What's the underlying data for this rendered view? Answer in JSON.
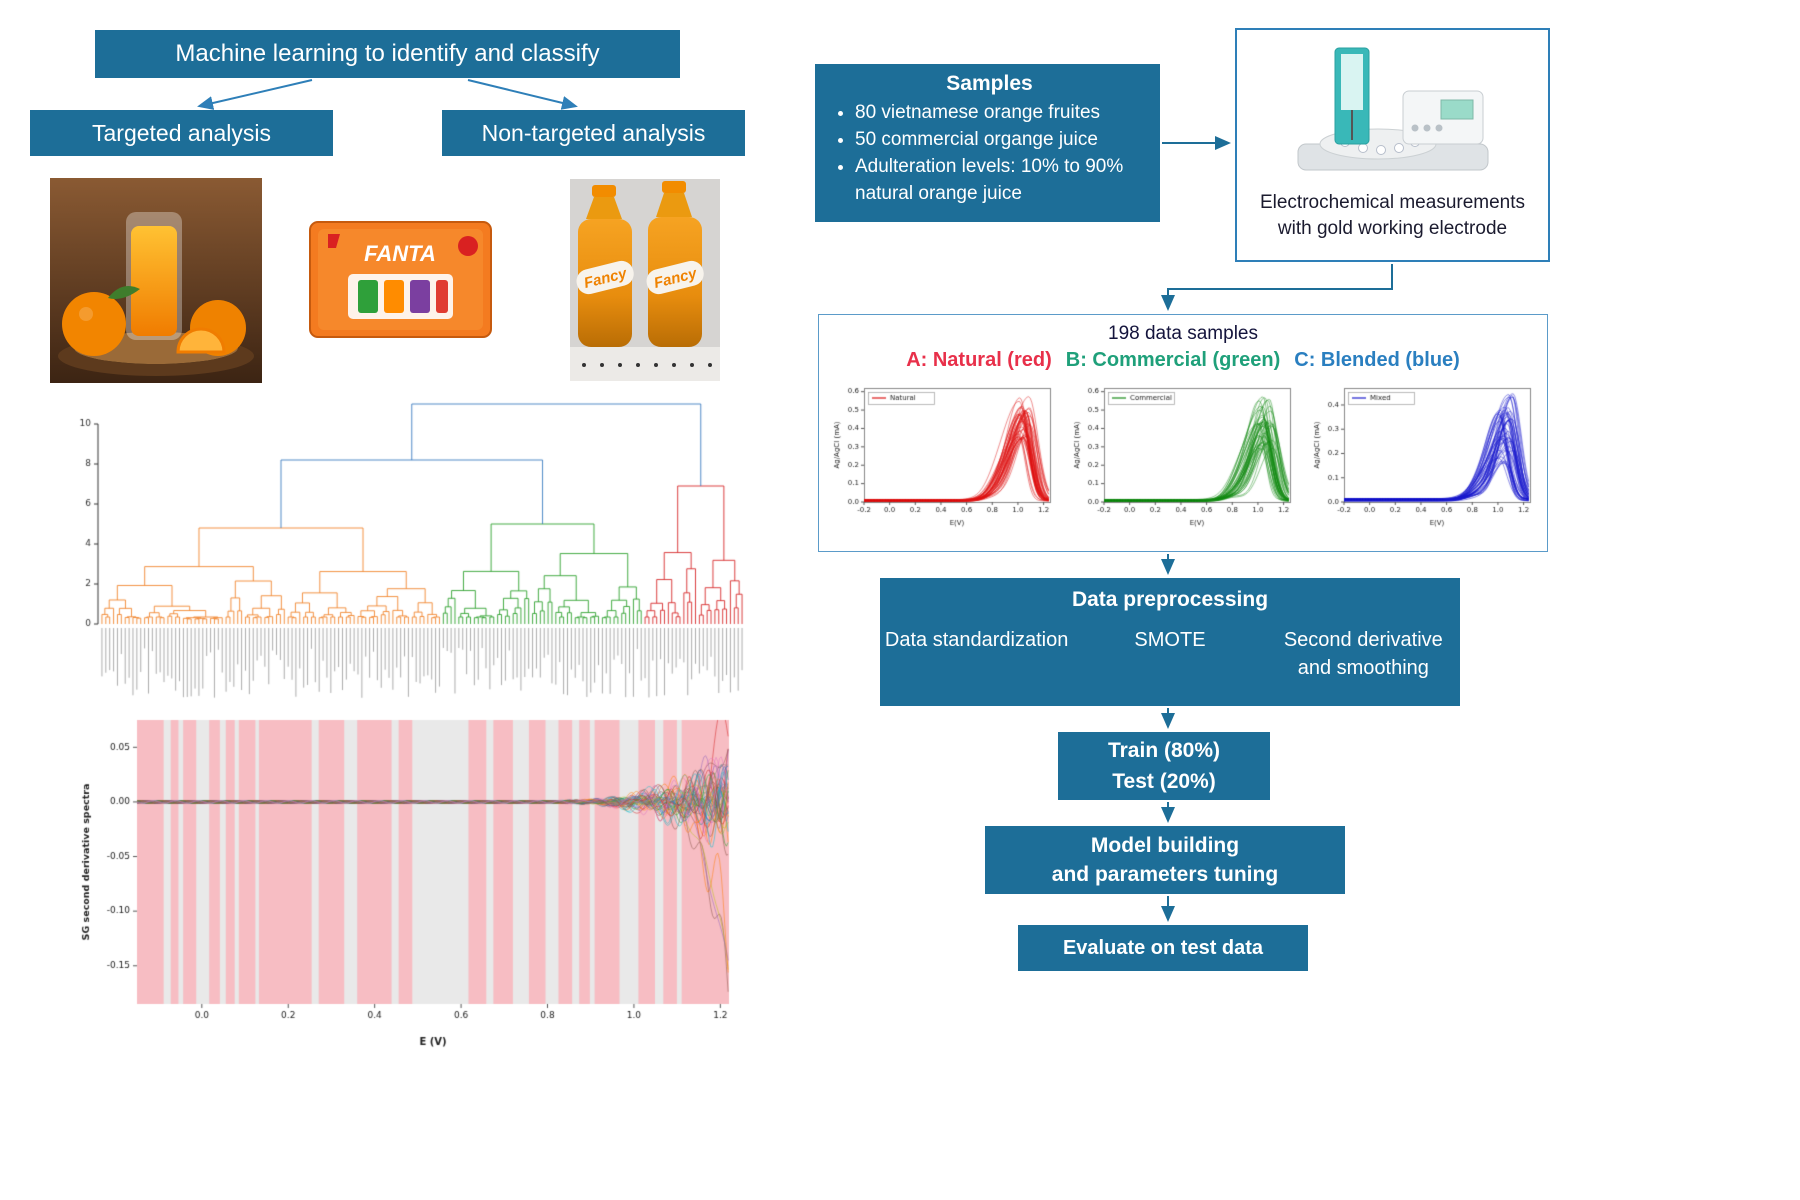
{
  "colors": {
    "teal_box": "#1d6e98",
    "border_blue": "#2e7fb8",
    "natural_red": "#e8304a",
    "commercial_green": "#1fa07a",
    "blended_blue": "#2a7fc0"
  },
  "left": {
    "title": "Machine learning to identify and classify",
    "targeted_label": "Targeted analysis",
    "non_targeted_label": "Non-targeted analysis",
    "photos": {
      "fanta_brand": "FANTA",
      "fancy_brand": "Fancy"
    }
  },
  "flow": {
    "samples_title": "Samples",
    "samples_bullets": [
      "80 vietnamese orange fruites",
      "50 commercial organge juice",
      "Adulteration levels: 10% to 90% natural orange juice"
    ],
    "electrochem_caption": "Electrochemical measurements with gold working electrode",
    "data_samples_title": "198 data samples",
    "class_legend": [
      {
        "label": "A: Natural (red)",
        "color": "#e8304a"
      },
      {
        "label": "B: Commercial (green)",
        "color": "#1fa07a"
      },
      {
        "label": "C: Blended (blue)",
        "color": "#2a7fc0"
      }
    ],
    "preprocessing_title": "Data preprocessing",
    "preprocessing_items": [
      "Data standardization",
      "SMOTE",
      "Second derivative and smoothing"
    ],
    "train_line1": "Train (80%)",
    "train_line2": "Test (20%)",
    "model_line1": "Model building",
    "model_line2": "and parameters tuning",
    "evaluate_label": "Evaluate on test data"
  },
  "chart_data": [
    {
      "id": "voltammograms",
      "type": "line",
      "description": "Voltammetry current curves of 198 samples split by class",
      "xlabel": "E(V)",
      "ylabel": "Ag/AgCl (mA)",
      "panels": [
        {
          "legend": "Natural",
          "color": "#dd1111",
          "xlim": [
            -0.2,
            1.25
          ],
          "ylim": [
            0,
            0.62
          ],
          "xticks": [
            -0.2,
            0.0,
            0.2,
            0.4,
            0.6,
            0.8,
            1.0,
            1.2
          ],
          "yticks": [
            0.0,
            0.1,
            0.2,
            0.3,
            0.4,
            0.5,
            0.6
          ],
          "n_traces": 45,
          "peak_range": [
            0.32,
            0.57
          ],
          "peak_x_range": [
            1.0,
            1.1
          ]
        },
        {
          "legend": "Commercial",
          "color": "#118811",
          "xlim": [
            -0.2,
            1.25
          ],
          "ylim": [
            0,
            0.62
          ],
          "xticks": [
            -0.2,
            0.0,
            0.2,
            0.4,
            0.6,
            0.8,
            1.0,
            1.2
          ],
          "yticks": [
            0.0,
            0.1,
            0.2,
            0.3,
            0.4,
            0.5,
            0.6
          ],
          "n_traces": 45,
          "peak_range": [
            0.28,
            0.57
          ],
          "peak_x_range": [
            1.0,
            1.12
          ]
        },
        {
          "legend": "Mixed",
          "color": "#1818cc",
          "xlim": [
            -0.2,
            1.25
          ],
          "ylim": [
            0,
            0.47
          ],
          "xticks": [
            -0.2,
            0.0,
            0.2,
            0.4,
            0.6,
            0.8,
            1.0,
            1.2
          ],
          "yticks": [
            0.0,
            0.1,
            0.2,
            0.3,
            0.4
          ],
          "n_traces": 50,
          "peak_range": [
            0.12,
            0.45
          ],
          "peak_x_range": [
            1.0,
            1.12
          ]
        }
      ]
    },
    {
      "id": "dendrogram",
      "type": "dendrogram",
      "description": "Hierarchical clustering of samples into three colored clusters",
      "ylim": [
        0,
        11.4
      ],
      "yticks": [
        0,
        2,
        4,
        6,
        8,
        10
      ],
      "link_color": "#3a7cc0",
      "clusters": [
        {
          "color": "#f1852d",
          "leaves": 88,
          "root_height": 4.8
        },
        {
          "color": "#2ca02c",
          "leaves": 52,
          "root_height": 5.0
        },
        {
          "color": "#d62728",
          "leaves": 26,
          "root_height": 6.9
        }
      ],
      "merge_heights": [
        8.2,
        11.0
      ]
    },
    {
      "id": "sg_spectra",
      "type": "line",
      "description": "Savitzky-Golay second derivative spectra with selected (pink) and unselected (gray) regions",
      "xlabel": "E (V)",
      "ylabel": "SG second derivative spectra",
      "xlim": [
        -0.15,
        1.22
      ],
      "ylim": [
        -0.185,
        0.075
      ],
      "xticks": [
        0.0,
        0.2,
        0.4,
        0.6,
        0.8,
        1.0,
        1.2
      ],
      "yticks": [
        0.05,
        0.0,
        -0.05,
        -0.1,
        -0.15
      ],
      "n_traces": 48,
      "selected_band_color": "#f7bdc3",
      "unselected_band_color": "#e9e9e9",
      "gray_regions": [
        [
          0.045,
          0.012
        ],
        [
          0.07,
          0.008
        ],
        [
          0.1,
          0.022
        ],
        [
          0.14,
          0.01
        ],
        [
          0.165,
          0.007
        ],
        [
          0.2,
          0.006
        ],
        [
          0.295,
          0.012
        ],
        [
          0.35,
          0.022
        ],
        [
          0.43,
          0.012
        ],
        [
          0.465,
          0.095
        ],
        [
          0.59,
          0.012
        ],
        [
          0.635,
          0.027
        ],
        [
          0.69,
          0.022
        ],
        [
          0.735,
          0.012
        ],
        [
          0.765,
          0.008
        ],
        [
          0.815,
          0.032
        ],
        [
          0.875,
          0.014
        ],
        [
          0.912,
          0.008
        ]
      ],
      "trace_colors": [
        "#1f77b4",
        "#ff7f0e",
        "#2ca02c",
        "#d62728",
        "#9467bd",
        "#8c564b",
        "#e377c2",
        "#7f7f7f",
        "#bcbd22",
        "#17becf"
      ]
    }
  ]
}
